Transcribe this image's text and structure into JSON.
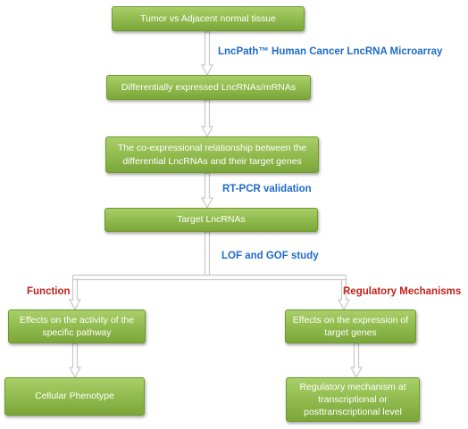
{
  "colors": {
    "box_fill": "#93bd50",
    "box_border": "#6f9a2c",
    "arrow": "#c8c8c8",
    "blue_label": "#1e6cc8",
    "red_label": "#c0211c"
  },
  "nodes": {
    "tumor": "Tumor vs Adjacent normal tissue",
    "diff": "Differentially expressed LncRNAs/mRNAs",
    "coexp": "The co-expressional relationship between the differential LncRNAs and their target genes",
    "target": "Target LncRNAs",
    "effect_pathway": "Effects on the activity of the specific pathway",
    "effect_expression": "Effects on the expression of target genes",
    "phenotype": "Cellular Phenotype",
    "regulatory": "Regulatory mechanism at transcriptional or posttranscriptional level"
  },
  "labels": {
    "microarray": "LncPath™ Human Cancer LncRNA Microarray",
    "rtpcr": "RT-PCR validation",
    "lof_gof": "LOF and GOF study",
    "function": "Function",
    "regulatory_mechanisms": "Regulatory Mechanisms"
  }
}
